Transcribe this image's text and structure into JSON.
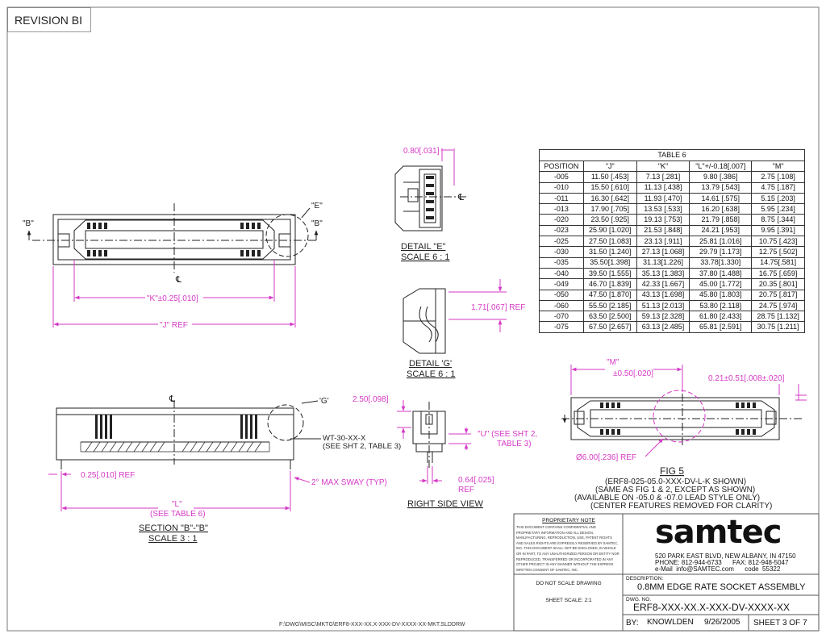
{
  "revision": "REVISION BI",
  "colors": {
    "dimension": "#d63ac6",
    "line": "#222222",
    "accent": "#d63ac6"
  },
  "table6": {
    "title": "TABLE 6",
    "headers": [
      "POSITION",
      "\"J\"",
      "\"K\"",
      "\"L\"+/-0.18[.007]",
      "\"M\""
    ],
    "rows": [
      [
        "-005",
        "11.50 [.453]",
        "7.13 [.281]",
        "9.80 [.386]",
        "2.75 [.108]"
      ],
      [
        "-010",
        "15.50 [.610]",
        "11.13 [.438]",
        "13.79 [.543]",
        "4.75 [.187]"
      ],
      [
        "-011",
        "16.30 [.642]",
        "11.93 [.470]",
        "14.61 [.575]",
        "5.15 [.203]"
      ],
      [
        "-013",
        "17.90 [.705]",
        "13.53 [.533]",
        "16.20 [.638]",
        "5.95 [.234]"
      ],
      [
        "-020",
        "23.50 [.925]",
        "19.13 [.753]",
        "21.79 [.858]",
        "8.75 [.344]"
      ],
      [
        "-023",
        "25.90 [1.020]",
        "21.53 [.848]",
        "24.21 [.953]",
        "9.95 [.391]"
      ],
      [
        "-025",
        "27.50 [1.083]",
        "23.13 [.911]",
        "25.81 [1.016]",
        "10.75 [.423]"
      ],
      [
        "-030",
        "31.50 [1.240]",
        "27.13 [1.068]",
        "29.79 [1.173]",
        "12.75 [.502]"
      ],
      [
        "-035",
        "35.50[1.398]",
        "31.13[1.226]",
        "33.78[1.330]",
        "14.75[.581]"
      ],
      [
        "-040",
        "39.50 [1.555]",
        "35.13 [1.383]",
        "37.80 [1.488]",
        "16.75 [.659]"
      ],
      [
        "-049",
        "46.70 [1.839]",
        "42.33 [1.667]",
        "45.00 [1.772]",
        "20.35 [.801]"
      ],
      [
        "-050",
        "47.50 [1.870]",
        "43.13 [1.698]",
        "45.80 [1.803]",
        "20.75 [.817]"
      ],
      [
        "-060",
        "55.50 [2.185]",
        "51.13 [2.013]",
        "53.80 [2.118]",
        "24.75 [.974]"
      ],
      [
        "-070",
        "63.50 [2.500]",
        "59.13 [2.328]",
        "61.80 [2.433]",
        "28.75 [1.132]"
      ],
      [
        "-075",
        "67.50 [2.657]",
        "63.13 [2.485]",
        "65.81 [2.591]",
        "30.75 [1.211]"
      ]
    ]
  },
  "top_view": {
    "label_b_left": "\"B\"",
    "label_b_right": "\"B\"",
    "label_e": "\"E\"",
    "centerline": "℄",
    "k_dim": "\"K\"±0.25[.010]",
    "j_dim": "\"J\" REF"
  },
  "detail_e": {
    "dim": "0.80[.031]",
    "centerline": "℄",
    "title": "DETAIL \"E\"",
    "scale": "SCALE 6 : 1"
  },
  "detail_g": {
    "dim": "1.71[.067] REF",
    "title": "DETAIL 'G'",
    "scale": "SCALE 6 : 1"
  },
  "section_b": {
    "label_g": "'G'",
    "centerline": "℄",
    "wt_label_1": "WT-30-XX-X",
    "wt_label_2": "(SEE SHT 2, TABLE 3)",
    "ref_dim": "0.25[.010] REF",
    "sway": "2° MAX SWAY (TYP)",
    "l_dim_1": "\"L\"",
    "l_dim_2": "(SEE TABLE 6)",
    "title": "SECTION \"B\"-\"B\"",
    "scale": "SCALE 3 : 1"
  },
  "right_side": {
    "dim_top": "2.50[.098]",
    "u_label_1": "\"U\"  (SEE SHT 2,",
    "u_label_2": "TABLE 3)",
    "dim_bottom_1": "0.64[.025]",
    "dim_bottom_2": "REF",
    "title": "RIGHT SIDE VIEW"
  },
  "fig5": {
    "m_label_1": "\"M\"",
    "m_label_2": "±0.50[.020]",
    "dim_right": "0.21±0.51[.008±.020]",
    "dia": "Ø6.00[.236] REF",
    "title": "FIG 5",
    "note_1": "(ERF8-025-05.0-XXX-DV-L-K SHOWN)",
    "note_2": "(SAME AS FIG 1 & 2, EXCEPT AS SHOWN)",
    "note_3": "(AVAILABLE ON -05.0 & -07.0 LEAD STYLE ONLY)",
    "note_4": "(CENTER FEATURES REMOVED FOR CLARITY)"
  },
  "title_block": {
    "proprietary_title": "PROPRIETARY NOTE",
    "proprietary_lines": [
      "THIS DOCUMENT CONTAINS CONFIDENTIAL AND",
      "PROPRIETARY INFORMATION AND ALL DESIGN,",
      "MANUFACTURING, REPRODUCTION, USE, PATENT RIGHTS",
      "AND SALES RIGHTS ARE EXPRESSLY RESERVED BY SAMTEC,",
      "INC. THIS DOCUMENT SHALL NOT BE DISCLOSED, IN WHOLE",
      "OR IN PART, TO ANY UNAUTHORIZED PERSON OR ENTITY NOR",
      "REPRODUCED, TRANSFERRED OR INCORPORATED IN ANY",
      "OTHER PROJECT IN ANY MANNER WITHOUT THE EXPRESS",
      "WRITTEN CONSENT OF SAMTEC, INC."
    ],
    "do_not_scale": "DO NOT SCALE DRAWING",
    "sheet_scale": "SHEET SCALE: 2:1",
    "logo": "samtec",
    "address": "520 PARK EAST BLVD, NEW ALBANY, IN 47150",
    "phone": "PHONE: 812-944-6733      FAX: 812-948-5047",
    "email": "e-Mail  info@SAMTEC.com      code  55322",
    "description_label": "DESCRIPTION:",
    "description": "0.8MM EDGE RATE SOCKET ASSEMBLY",
    "dwg_label": "DWG. NO.",
    "dwg_no": "ERF8-XXX-XX.X-XXX-DV-XXXX-XX",
    "by_label": "BY:",
    "by": "KNOWLDEN",
    "date": "9/26/2005",
    "sheet": "SHEET 3 OF 7"
  },
  "file_path": "F:\\DWG\\MISC\\MKTG\\ERF8-XXX-XX.X-XXX-DV-XXXX-XX-MKT.SLDDRW"
}
